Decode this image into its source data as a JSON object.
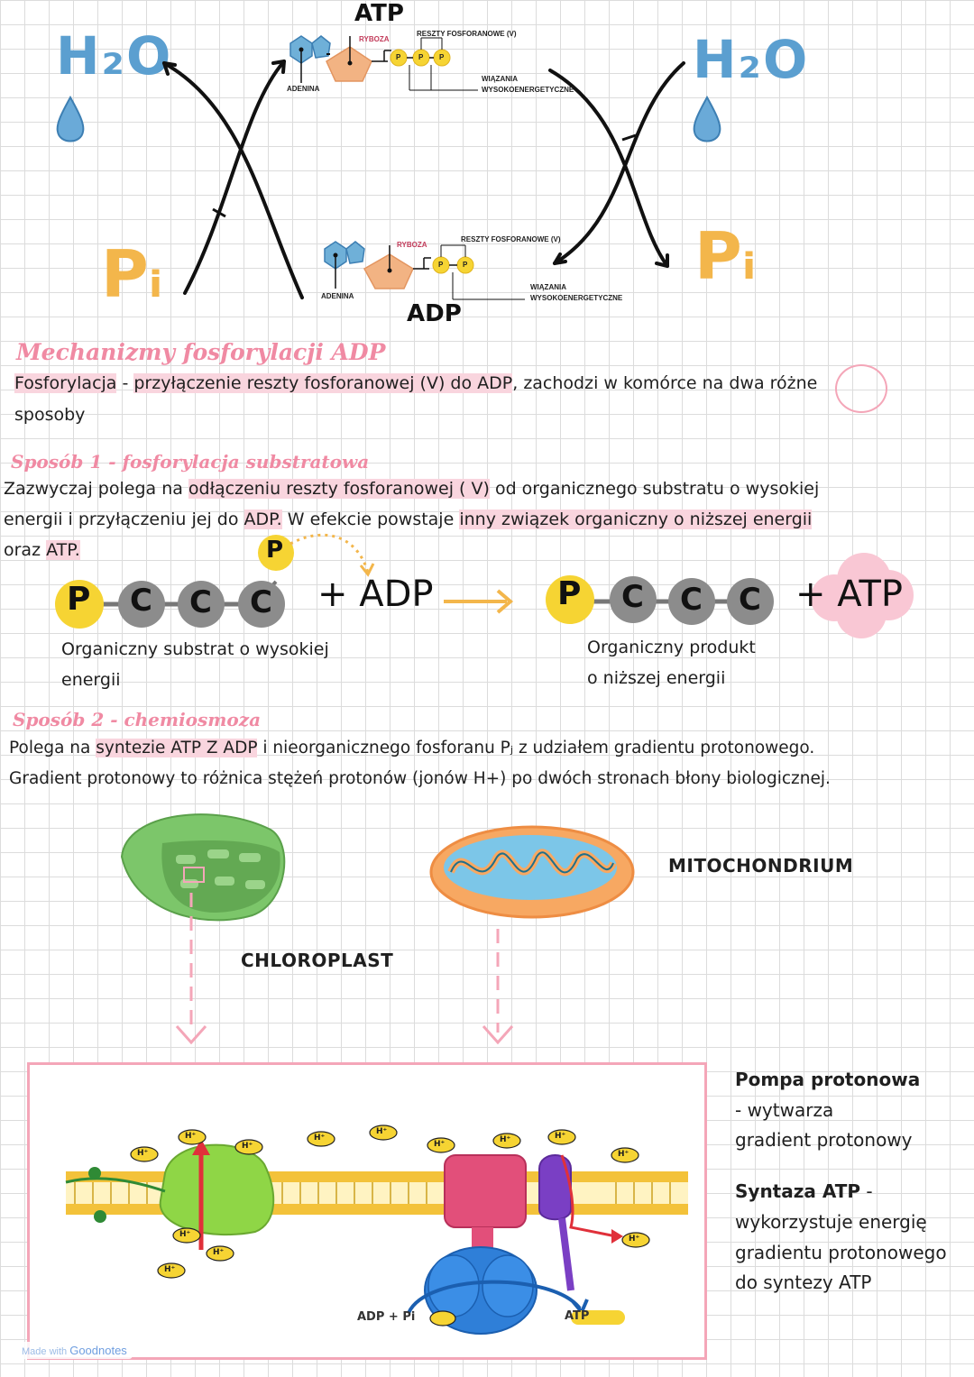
{
  "cycle": {
    "atp_title": "ATP",
    "adp_title": "ADP",
    "h2o_left": "H₂O",
    "h2o_right": "H₂O",
    "pi_left": "Pᵢ",
    "pi_right": "Pᵢ",
    "atp_labels": {
      "ryboza": "RYBOZA",
      "adenina": "ADENINA",
      "reszty": "RESZTY FOSFORANOWE (V)",
      "wiazania": "WIĄZANIA",
      "wysoko": "WYSOKOENERGETYCZNE",
      "p": "P"
    },
    "adp_labels": {
      "ryboza": "RYBOZA",
      "adenina": "ADENINA",
      "reszty": "RESZTY FOSFORANOWE (V)",
      "wiazania": "WIĄZANIA",
      "wysoko": "WYSOKOENERGETYCZNE",
      "p": "P"
    }
  },
  "section1": {
    "heading": "Mechanizmy fosforylacji ADP",
    "line1_a": "Fosforylacja",
    "line1_b": " - ",
    "line1_c": "przyłączenie reszty fosforanowej (V) do ADP",
    "line1_d": ", zachodzi w komórce na ",
    "line1_e": "dwa",
    "line1_f": " różne",
    "line2": "sposoby"
  },
  "section2": {
    "heading": "Sposób 1 - fosforylacja substratowa",
    "line1_a": "Zazwyczaj polega na ",
    "line1_b": "odłączeniu reszty fosforanowej ( V)",
    "line1_c": " od organicznego substratu o wysokiej",
    "line2_a": "energii i przyłączeniu jej do ",
    "line2_b": "ADP.",
    "line2_c": " W efekcie powstaje ",
    "line2_d": "inny związek organiczny o niższej energii",
    "line3_a": "oraz ",
    "line3_b": "ATP."
  },
  "reaction": {
    "p": "P",
    "c": "C",
    "plus_adp": "+ ADP",
    "plus_atp": "+ ATP",
    "left_label_1": "Organiczny substrat o wysokiej",
    "left_label_2": "energii",
    "right_label_1": "Organiczny produkt",
    "right_label_2": "o niższej energii"
  },
  "section3": {
    "heading": "Sposób 2 - chemiosmoza",
    "line1_a": "Polega na ",
    "line1_b": "syntezie ATP Z ADP",
    "line1_c": " i nieorganicznego fosforanu Pⱼ z udziałem gradientu protonowego.",
    "line2": "Gradient protonowy to różnica stężeń protonów (jonów H+) po dwóch stronach błony biologicznej."
  },
  "organelles": {
    "chloroplast": "CHLOROPLAST",
    "mitochondrium": "MITOCHONDRIUM"
  },
  "membrane": {
    "h_plus": "H⁺",
    "adp_pi_a": "ADP",
    "adp_pi_b": "+",
    "adp_pi_c": "Pi",
    "atp": "ATP"
  },
  "side": {
    "pump_title": "Pompa protonowa",
    "pump_1": "- wytwarza",
    "pump_2": "gradient protonowy",
    "synth_title": "Syntaza ATP",
    "synth_dash": " -",
    "synth_1": "wykorzystuje energię",
    "synth_2": "gradientu protonowego",
    "synth_3": "do syntezy ATP"
  },
  "footer": {
    "made_with": "Made with",
    "brand": "Goodnotes"
  },
  "colors": {
    "h2o_blue": "#5b9fd0",
    "pi_orange": "#f3b64b",
    "heading_pink": "#f08aa3",
    "highlight_pink": "#f9d5de",
    "phosphate_yellow": "#f6d433",
    "carbon_gray": "#8c8c8c"
  }
}
